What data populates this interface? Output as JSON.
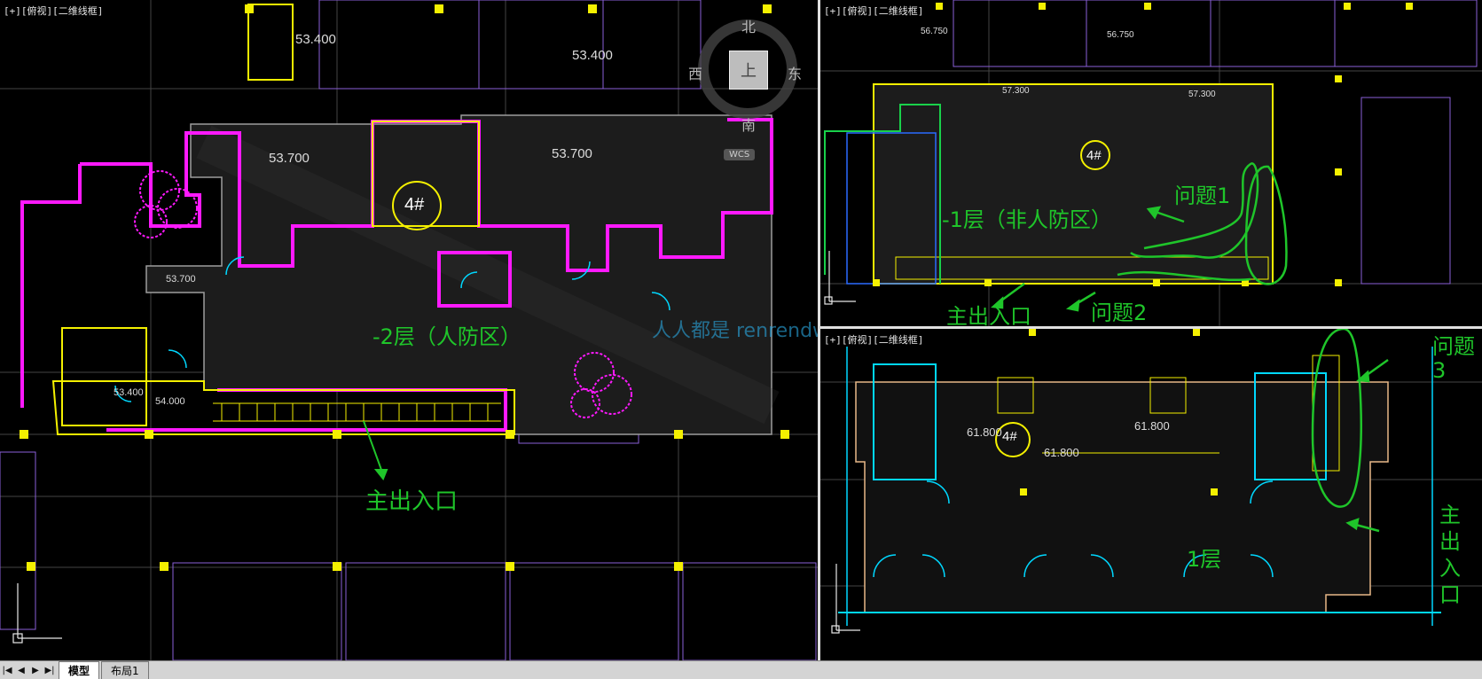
{
  "viewports": {
    "left": {
      "label": "[+][俯视][二维线框]"
    },
    "top_right": {
      "label": "[+][俯视][二维线框]"
    },
    "bottom_right": {
      "label": "[+][俯视][二维线框]"
    }
  },
  "viewcube": {
    "north": "北",
    "south": "南",
    "west": "西",
    "east": "东",
    "face": "上",
    "wcs": "WCS"
  },
  "left_plan": {
    "floor_label": "-2层（人防区）",
    "building_tag": "4#",
    "exit_label": "主出入口",
    "elevations": [
      "53.400",
      "53.400",
      "53.700",
      "53.700",
      "53.700",
      "53.400",
      "54.000"
    ]
  },
  "top_right_plan": {
    "floor_label": "-1层（非人防区）",
    "building_tag": "4#",
    "issue1": "问题1",
    "issue2": "问题2",
    "exit_label": "主出入口",
    "elevations": [
      "56.750",
      "56.750",
      "57.300",
      "57.300"
    ]
  },
  "bottom_right_plan": {
    "floor_label": "1层",
    "building_tag": "4#",
    "issue3_a": "问题",
    "issue3_b": "3",
    "exit_chars": [
      "主",
      "出",
      "入",
      "口"
    ],
    "elevations": [
      "61.800",
      "61.800",
      "61.800"
    ]
  },
  "watermark": "人人都是 renrendwe.com",
  "tabs": {
    "model": "模型",
    "layout1": "布局1"
  },
  "colors": {
    "annotation_green": "#1fc52a",
    "magenta": "#ff19ff",
    "yellow": "#f4f000",
    "cyan": "#00d8ff"
  }
}
